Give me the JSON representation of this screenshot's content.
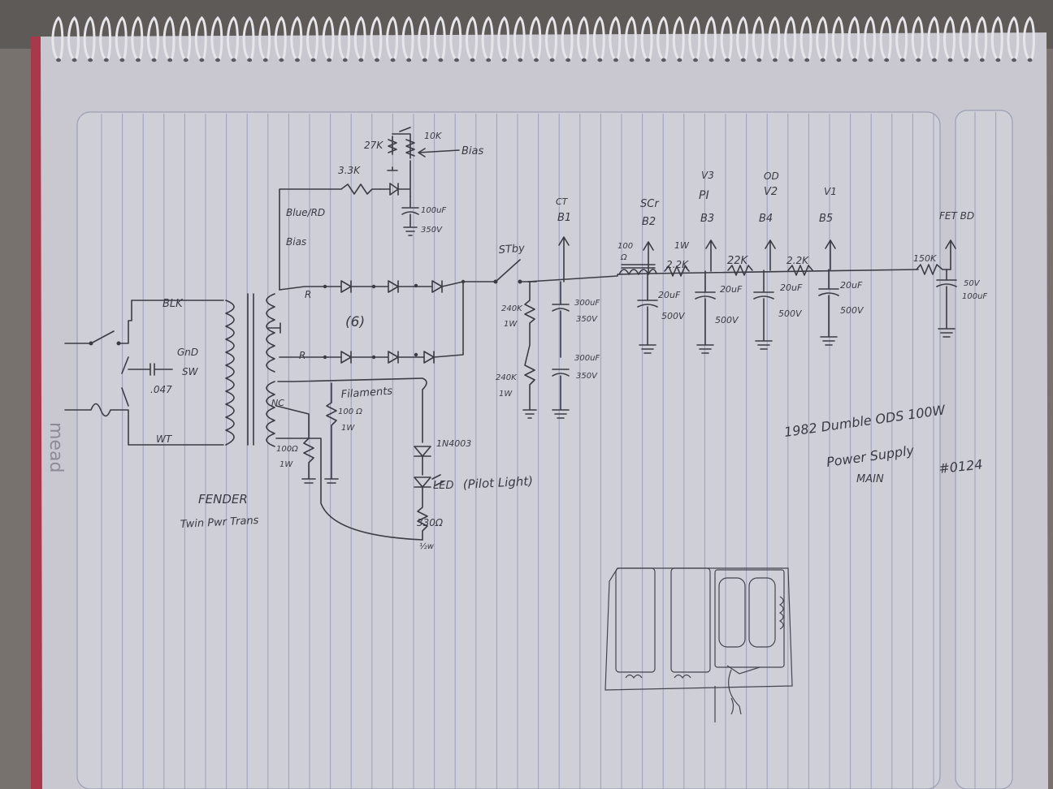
{
  "margin_text": "mead",
  "labels": [
    {
      "name": "label-blk",
      "text": "BLK"
    },
    {
      "name": "label-gnd-sw",
      "text": "GnD"
    },
    {
      "name": "label-sw",
      "text": "SW"
    },
    {
      "name": "label-047",
      "text": ".047"
    },
    {
      "name": "label-wt",
      "text": "WT"
    },
    {
      "name": "label-27k",
      "text": "27K"
    },
    {
      "name": "label-10k",
      "text": "10K"
    },
    {
      "name": "label-bias-arrow",
      "text": "Bias"
    },
    {
      "name": "label-3-3k",
      "text": "3.3K"
    },
    {
      "name": "label-blue-red",
      "text": "Blue/RD"
    },
    {
      "name": "label-bias",
      "text": "Bias"
    },
    {
      "name": "label-100uf",
      "text": "100uF"
    },
    {
      "name": "label-350v-bias",
      "text": "350V"
    },
    {
      "name": "label-r-top",
      "text": "R"
    },
    {
      "name": "label-r-bottom",
      "text": "R"
    },
    {
      "name": "label-six",
      "text": "(6)"
    },
    {
      "name": "label-filaments",
      "text": "Filaments"
    },
    {
      "name": "label-nc",
      "text": "NC"
    },
    {
      "name": "label-100ohm",
      "text": "100 Ω"
    },
    {
      "name": "label-1w-a",
      "text": "1W"
    },
    {
      "name": "label-100ohm-b",
      "text": "100Ω"
    },
    {
      "name": "label-1w-b",
      "text": "1W"
    },
    {
      "name": "label-1n4003",
      "text": "1N4003"
    },
    {
      "name": "label-led",
      "text": "LED"
    },
    {
      "name": "label-pilot",
      "text": "(Pilot Light)"
    },
    {
      "name": "label-330",
      "text": "330Ω"
    },
    {
      "name": "label-half-w",
      "text": "½w"
    },
    {
      "name": "label-fender",
      "text": "FENDER"
    },
    {
      "name": "label-twin",
      "text": "Twin Pwr Trans"
    },
    {
      "name": "label-stby",
      "text": "STby"
    },
    {
      "name": "label-ct",
      "text": "CT"
    },
    {
      "name": "label-b1",
      "text": "B1"
    },
    {
      "name": "label-240k-a",
      "text": "240K"
    },
    {
      "name": "label-1w-c",
      "text": "1W"
    },
    {
      "name": "label-240k-b",
      "text": "240K"
    },
    {
      "name": "label-1w-d",
      "text": "1W"
    },
    {
      "name": "label-300uf-a",
      "text": "300uF"
    },
    {
      "name": "label-350v-a",
      "text": "350V"
    },
    {
      "name": "label-300uf-b",
      "text": "300uF"
    },
    {
      "name": "label-350v-b",
      "text": "350V"
    },
    {
      "name": "label-100-choke",
      "text": "100"
    },
    {
      "name": "label-ohm-choke",
      "text": "Ω"
    },
    {
      "name": "label-scr",
      "text": "SCr"
    },
    {
      "name": "label-b2",
      "text": "B2"
    },
    {
      "name": "label-1w-e",
      "text": "1W"
    },
    {
      "name": "label-2-2k",
      "text": "2.2K"
    },
    {
      "name": "label-v3",
      "text": "V3"
    },
    {
      "name": "label-pi",
      "text": "PI"
    },
    {
      "name": "label-b3",
      "text": "B3"
    },
    {
      "name": "label-22k",
      "text": "22K"
    },
    {
      "name": "label-od",
      "text": "OD"
    },
    {
      "name": "label-v2",
      "text": "V2"
    },
    {
      "name": "label-b4",
      "text": "B4"
    },
    {
      "name": "label-2-2k-b",
      "text": "2.2K"
    },
    {
      "name": "label-v1",
      "text": "V1"
    },
    {
      "name": "label-b5",
      "text": "B5"
    },
    {
      "name": "label-150k",
      "text": "150K"
    },
    {
      "name": "label-fet-bd",
      "text": "FET BD"
    },
    {
      "name": "label-20uf-a",
      "text": "20uF"
    },
    {
      "name": "label-500v-a",
      "text": "500V"
    },
    {
      "name": "label-20uf-b",
      "text": "20uF"
    },
    {
      "name": "label-500v-b",
      "text": "500V"
    },
    {
      "name": "label-20uf-c",
      "text": "20uF"
    },
    {
      "name": "label-500v-c",
      "text": "500V"
    },
    {
      "name": "label-20uf-d",
      "text": "20uF"
    },
    {
      "name": "label-500v-d",
      "text": "500V"
    },
    {
      "name": "label-50v",
      "text": "50V"
    },
    {
      "name": "label-100uf-b",
      "text": "100uF"
    },
    {
      "name": "title-line-1",
      "text": "1982 Dumble ODS 100W"
    },
    {
      "name": "title-line-2",
      "text": "Power Supply"
    },
    {
      "name": "title-line-3",
      "text": "MAIN"
    },
    {
      "name": "title-number",
      "text": "#0124"
    }
  ]
}
